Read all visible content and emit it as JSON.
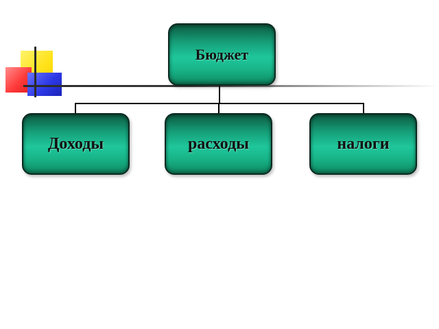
{
  "diagram": {
    "root": {
      "label": "Бюджет"
    },
    "children": [
      {
        "label": "Доходы"
      },
      {
        "label": "расходы"
      },
      {
        "label": "налоги"
      }
    ],
    "colors": {
      "node_fill": "#1fc79b",
      "node_border": "#0a2a20",
      "connector": "#000000",
      "deco_yellow": "#ffe21a",
      "deco_red": "#ff3b3b",
      "deco_blue": "#2d39e6"
    }
  }
}
